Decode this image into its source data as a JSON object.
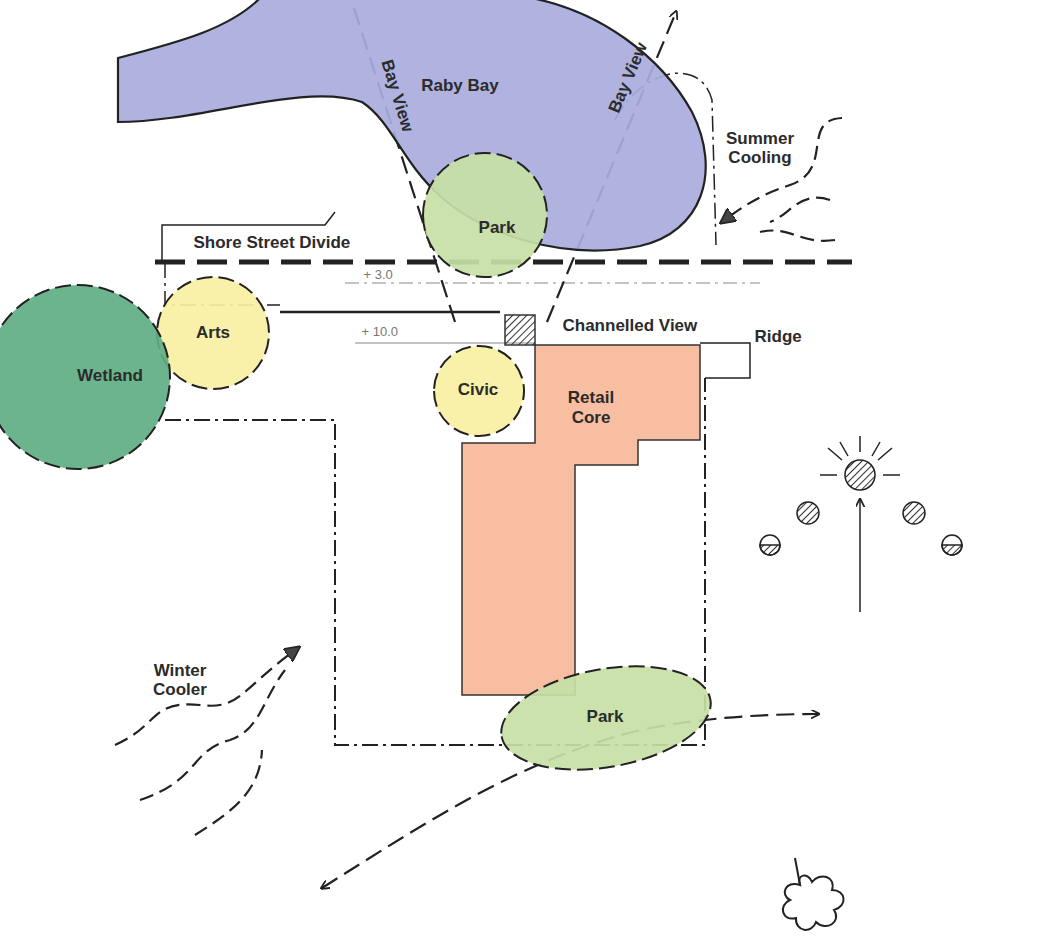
{
  "diagram": {
    "nodes": [
      {
        "text": [
          "Raby Bay"
        ]
      },
      {
        "text": [
          "Park"
        ]
      },
      {
        "text": [
          "Arts"
        ]
      },
      {
        "text": [
          "Wetland"
        ]
      },
      {
        "text": [
          "Civic"
        ]
      },
      {
        "text": [
          "Retail Core"
        ]
      },
      {
        "text": [
          "Park"
        ]
      }
    ],
    "labels": [
      "Bay View",
      "Bay View",
      "Summer Cooling",
      "Shore Street Divide",
      "+ 3.0",
      "+ 10.0",
      "Channelled View",
      "Ridge",
      "Winter Cooler"
    ]
  }
}
